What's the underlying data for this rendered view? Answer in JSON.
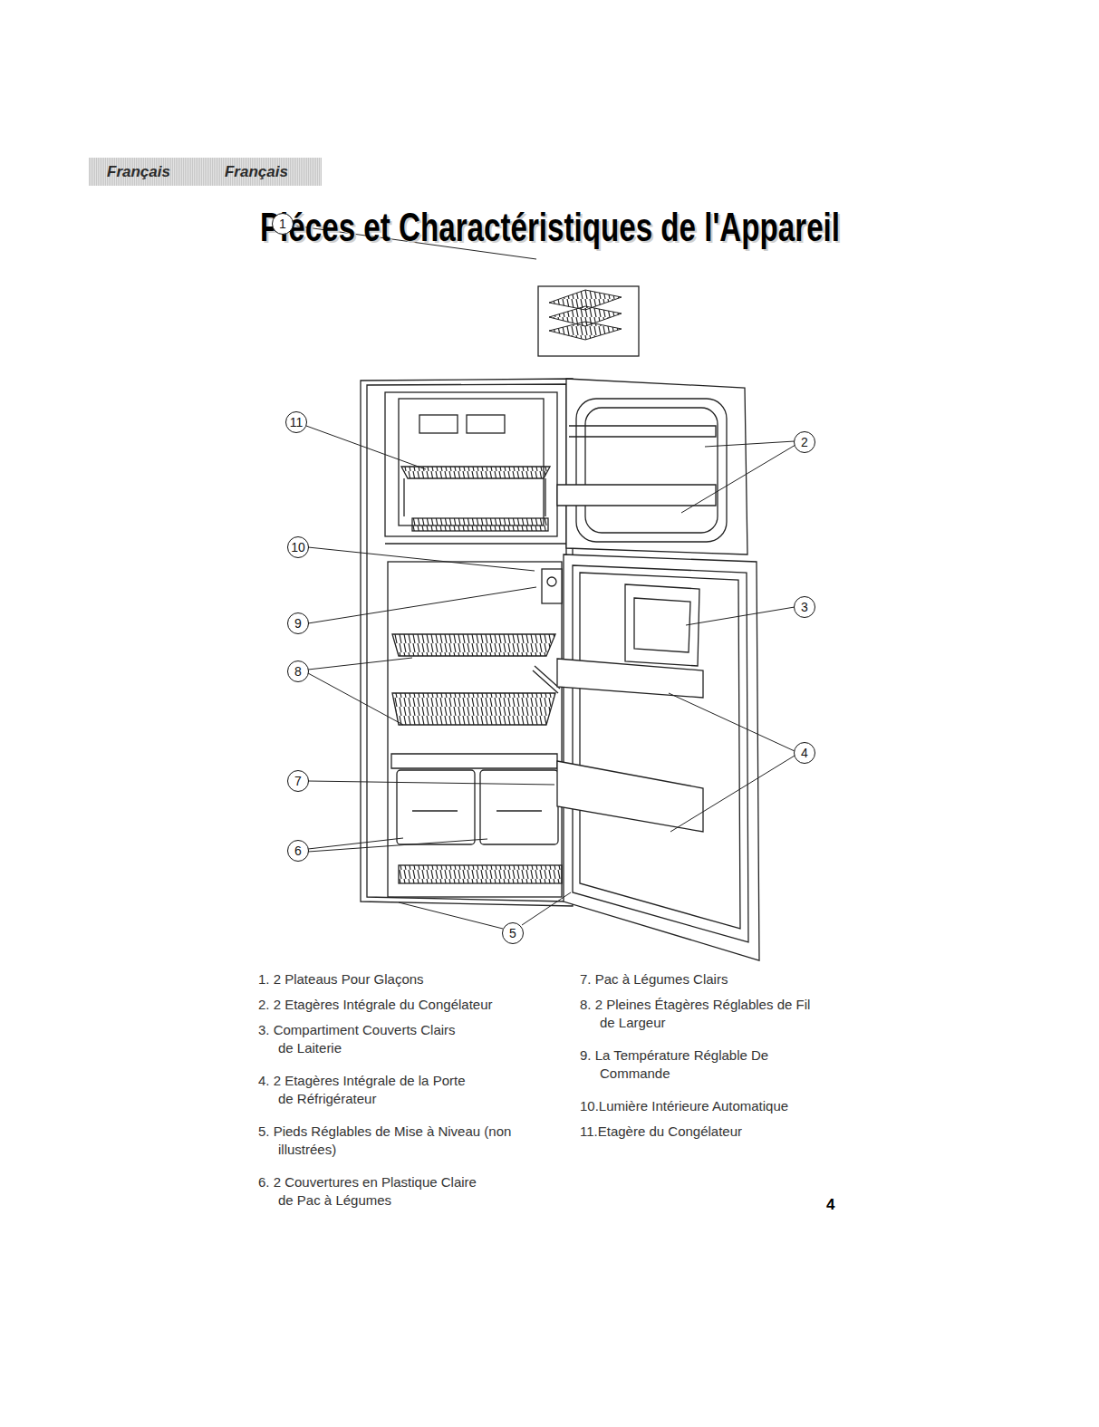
{
  "diagram": {
    "title": "Piéces et Charactéristiques de l'Appareil",
    "nodes": [
      {
        "text": [
          "Français",
          "Français"
        ]
      },
      {
        "text": [
          "1"
        ]
      },
      {
        "text": [
          "11"
        ]
      },
      {
        "text": [
          "2"
        ]
      },
      {
        "text": [
          "10"
        ]
      },
      {
        "text": [
          "3"
        ]
      },
      {
        "text": [
          "9"
        ]
      },
      {
        "text": [
          "8"
        ]
      },
      {
        "text": [
          "4"
        ]
      },
      {
        "text": [
          "7"
        ]
      },
      {
        "text": [
          "6"
        ]
      },
      {
        "text": [
          "5"
        ]
      }
    ],
    "labels": [
      "1. 2 Plateaus Pour Glaçons",
      "2. 2 Etagères Intégrale du Congélateur",
      "3. Compartiment Couverts Clairs de Laiterie",
      "4. 2 Etagères Intégrale de la Porte de Réfrigérateur",
      "5. Pieds Réglables de Mise à Niveau (non illustrées)",
      "6. 2 Couvertures en Plastique Claire de Pac à Légumes",
      "7. Pac à Légumes Clairs",
      "8. 2 Pleines Étagères Réglables de Fil de Largeur",
      "9. La Température Réglable De Commande",
      "10.Lumière Intérieure Automatique",
      "11.Etagère du Congélateur",
      "4"
    ]
  }
}
